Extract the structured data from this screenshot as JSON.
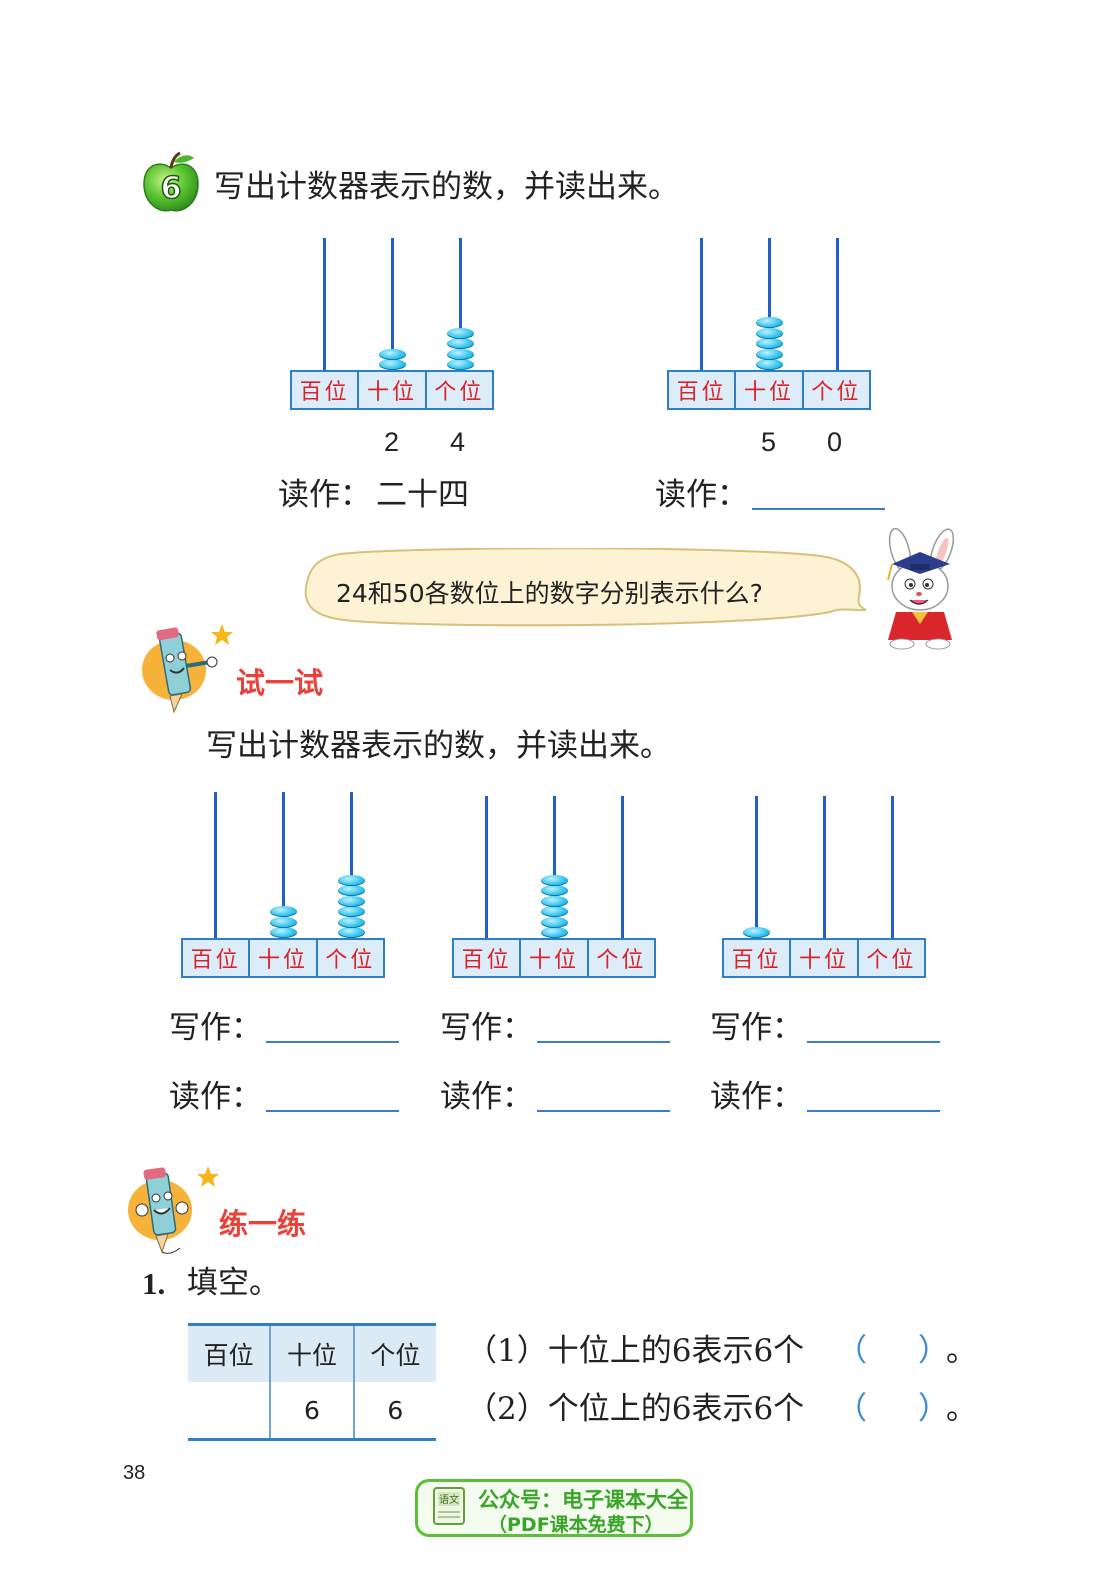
{
  "problem6": {
    "number": "6",
    "instruction": "写出计数器表示的数，并读出来。",
    "abacus1": {
      "labels": [
        "百位",
        "十位",
        "个位"
      ],
      "beads": [
        0,
        2,
        4
      ],
      "digits": [
        "2",
        "4"
      ],
      "read_label": "读作：",
      "read_value": "二十四"
    },
    "abacus2": {
      "labels": [
        "百位",
        "十位",
        "个位"
      ],
      "beads": [
        0,
        5,
        0
      ],
      "digits": [
        "5",
        "0"
      ],
      "read_label": "读作："
    },
    "bubble_text": "24和50各数位上的数字分别表示什么?"
  },
  "try_section": {
    "title": "试一试",
    "instruction": "写出计数器表示的数，并读出来。",
    "abaci": [
      {
        "labels": [
          "百位",
          "十位",
          "个位"
        ],
        "beads": [
          0,
          3,
          6
        ],
        "write_label": "写作：",
        "read_label": "读作："
      },
      {
        "labels": [
          "百位",
          "十位",
          "个位"
        ],
        "beads": [
          0,
          6,
          0
        ],
        "write_label": "写作：",
        "read_label": "读作："
      },
      {
        "labels": [
          "百位",
          "十位",
          "个位"
        ],
        "beads": [
          1,
          0,
          0
        ],
        "write_label": "写作：",
        "read_label": "读作："
      }
    ]
  },
  "practice_section": {
    "title": "练一练",
    "q1_number": "1.",
    "q1_text": "填空。",
    "table": {
      "headers": [
        "百位",
        "十位",
        "个位"
      ],
      "row": [
        "",
        "6",
        "6"
      ]
    },
    "items": [
      {
        "prefix": "（1）十位上的6表示6个",
        "open": "（",
        "close": "）",
        "end": "。"
      },
      {
        "prefix": "（2）个位上的6表示6个",
        "open": "（",
        "close": "）",
        "end": "。"
      }
    ]
  },
  "page_number": "38",
  "footer_badge": {
    "line1": "公众号：电子课本大全",
    "line2": "（PDF课本免费下）",
    "icon_text": "语文"
  },
  "colors": {
    "rod": "#1f5fc7",
    "bead": "#36c4ee",
    "label_red": "#d8232a",
    "title_red": "#e8423a",
    "blank_blue": "#3a7dd0"
  }
}
